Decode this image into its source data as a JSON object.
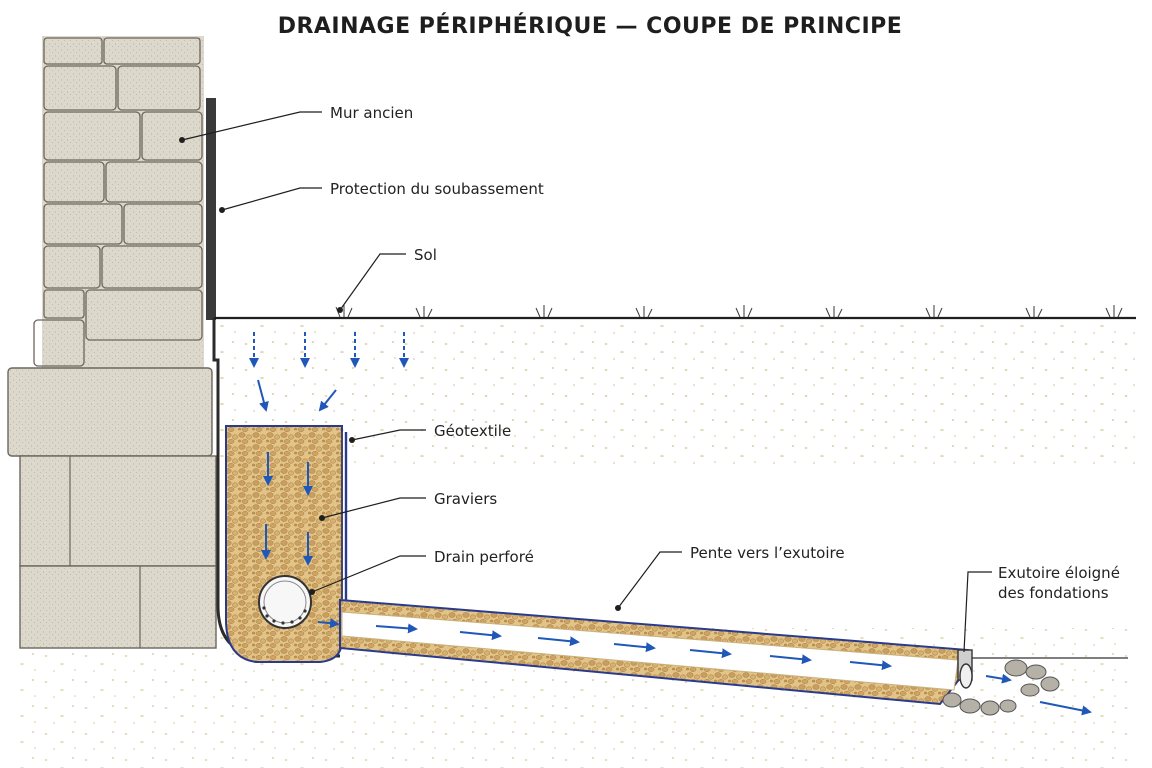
{
  "diagram": {
    "title": "DRAINAGE PÉRIPHÉRIQUE — COUPE DE PRINCIPE",
    "labels": {
      "mur": "Mur ancien",
      "protection": "Protection du soubassement",
      "sol": "Sol",
      "geotextile": "Géotextile",
      "graviers": "Graviers",
      "drain": "Drain perforé",
      "pente": "Pente vers l’exutoire",
      "exutoire_1": "Exutoire éloigné",
      "exutoire_2": "des fondations"
    },
    "colors": {
      "stone": "#dcd8cc",
      "stone_dark": "#bfb9ab",
      "gravel": "#dcb97e",
      "gravel_dark": "#b98e4f",
      "soil": "#f3ead4",
      "water_arrow": "#1f58b8",
      "membrane": "#2b2b2b",
      "geotextile": "#2a3b8c"
    }
  }
}
